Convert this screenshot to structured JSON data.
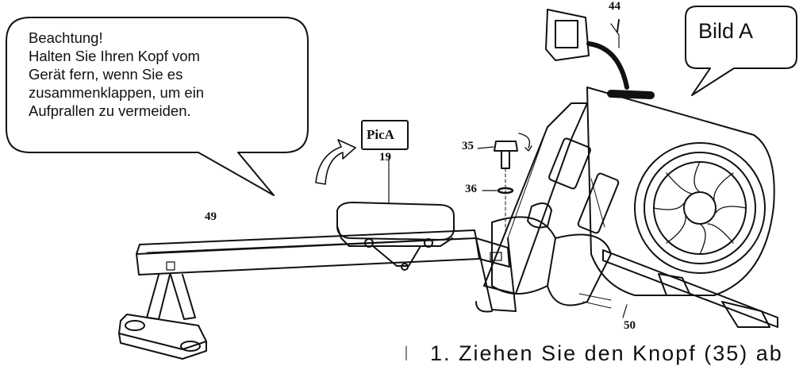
{
  "callout_warning": {
    "heading": "Beachtung!",
    "body": "Halten Sie Ihren Kopf vom\nGerät fern, wenn Sie es\nzusammenklappen, um ein\nAufprallen zu vermeiden."
  },
  "callout_figure": {
    "label": "Bild A"
  },
  "seat_tag": {
    "label": "PicA"
  },
  "parts": {
    "p44": "44",
    "p35": "35",
    "p36": "36",
    "p19": "19",
    "p49": "49",
    "p50": "50"
  },
  "bottom_text": "1. Ziehen Sie den Knopf (35) ab"
}
